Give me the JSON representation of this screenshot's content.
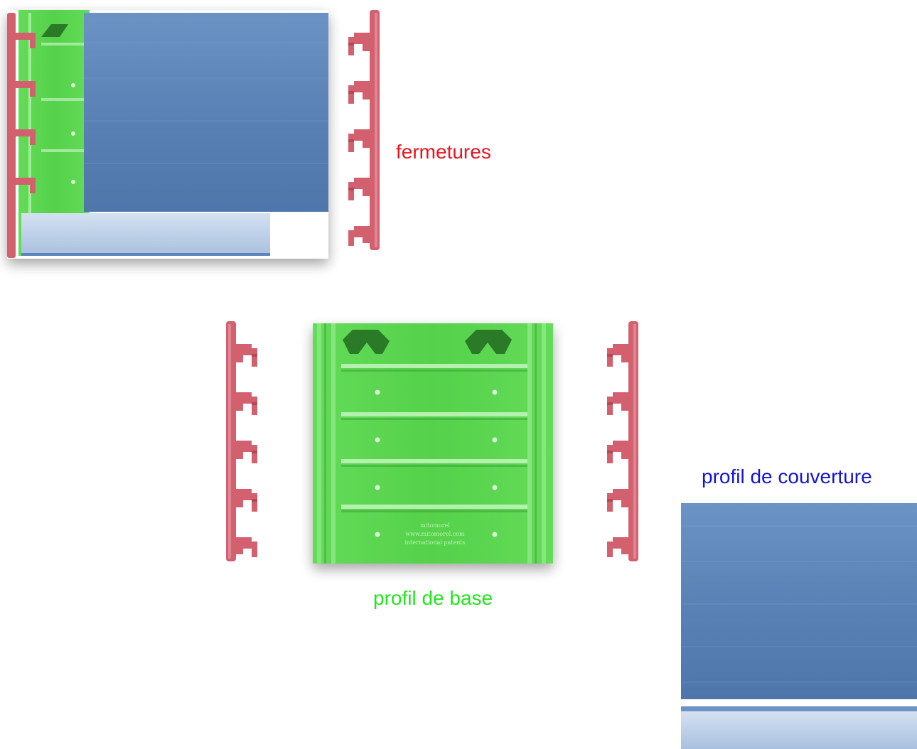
{
  "labels": {
    "closures": "fermetures",
    "base_profile": "profil de base",
    "cover_profile": "profil de couverture"
  },
  "base_imprint": [
    "mitomorel",
    "www.mitomorel.com",
    "international patents"
  ],
  "colors": {
    "closures_label": "#e8141e",
    "base_label": "#20e61b",
    "cover_label": "#1414d2",
    "closure_part": "#d2606e",
    "closure_part_dark": "#a83c4c",
    "base_part": "#5ad750",
    "base_part_dark": "#2f8f2c",
    "base_ridge": "#b4f0ae",
    "cover_part": "#5c86bb",
    "cover_part_light": "#b7cbe6"
  }
}
